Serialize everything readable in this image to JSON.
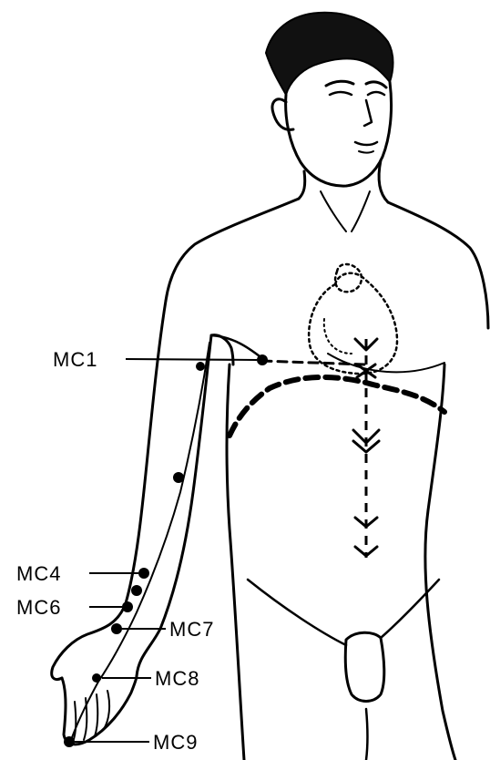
{
  "figure": {
    "points": [
      {
        "id": "mc1",
        "label": "MC1"
      },
      {
        "id": "mc4",
        "label": "MC4"
      },
      {
        "id": "mc6",
        "label": "MC6"
      },
      {
        "id": "mc7",
        "label": "MC7"
      },
      {
        "id": "mc8",
        "label": "MC8"
      },
      {
        "id": "mc9",
        "label": "MC9"
      }
    ]
  }
}
